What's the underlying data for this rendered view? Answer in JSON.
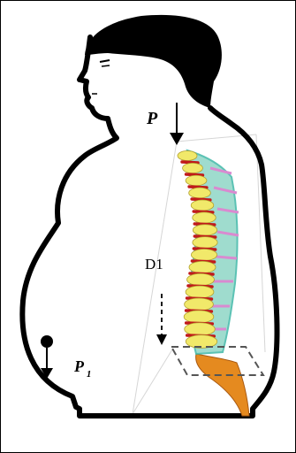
{
  "labels": {
    "load": "P",
    "distance": "D1",
    "abdominal_load": "P",
    "abdominal_load_subscript": "1"
  },
  "colors": {
    "outline": "#000000",
    "hair": "#000000",
    "vertebra_body": "#f1e96a",
    "disc": "#c11a1a",
    "spine_rim": "#3fb8a8",
    "rib_hint": "#d98ad0",
    "sacrum": "#e58a1f",
    "background": "#ffffff"
  },
  "icons": [
    "down-arrow-icon",
    "dashed-arrow-icon",
    "weight-dot-icon"
  ]
}
